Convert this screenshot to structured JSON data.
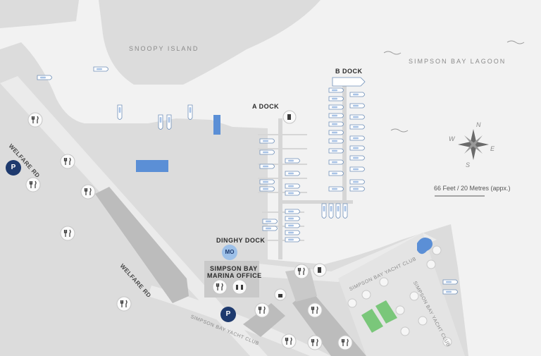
{
  "labels": {
    "snoopy_island": "SNOOPY ISLAND",
    "lagoon": "SIMPSON BAY LAGOON",
    "b_dock": "B DOCK",
    "a_dock": "A DOCK",
    "dinghy_dock": "DINGHY DOCK",
    "marina_office_line1": "SIMPSON BAY",
    "marina_office_line2": "MARINA OFFICE",
    "welfare_rd_1": "WELFARE RD",
    "welfare_rd_2": "WELFARE RD",
    "yacht_club_road": "SIMPSON BAY YACHT CLUB",
    "yacht_club_1": "SIMPSON BAY YACHT CLUB",
    "yacht_club_2": "SIMPSON BAY YACHT CLUB",
    "scale": "66 Feet / 20 Metres (appx.)",
    "mo_badge": "MO",
    "parking_1": "P",
    "parking_2": "P"
  },
  "compass": {
    "n": "N",
    "e": "E",
    "s": "S",
    "w": "W"
  },
  "colors": {
    "water": "#f2f2f2",
    "land": "#dcdcdc",
    "building": "#bdbdbd",
    "road": "#e9e9e9",
    "pool": "#5b8fd6",
    "tennis": "#7ac77a",
    "parking": "#1e3a6e",
    "marina_office": "#9dc0e8"
  },
  "icons": [
    "restaurant-icon",
    "fuel-icon",
    "restroom-icon",
    "lock-icon",
    "compass-rose-icon",
    "boat-icon",
    "wave-icon"
  ]
}
